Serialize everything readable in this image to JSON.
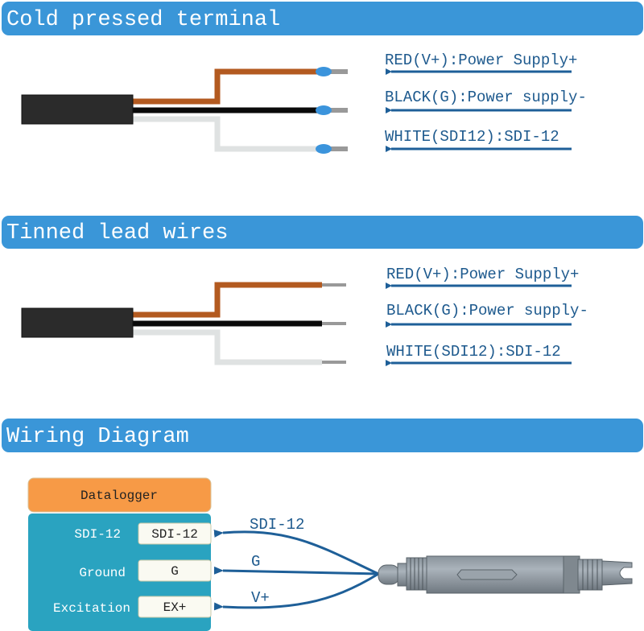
{
  "sections": [
    {
      "title": "Cold pressed terminal",
      "labels": [
        "RED(V+):Power Supply+",
        "BLACK(G):Power supply-",
        "WHITE(SDI12):SDI-12"
      ]
    },
    {
      "title": "Tinned lead wires",
      "labels": [
        "RED(V+):Power Supply+",
        "BLACK(G):Power supply-",
        "WHITE(SDI12):SDI-12"
      ]
    },
    {
      "title": "Wiring Diagram"
    }
  ],
  "wiring": {
    "datalogger": "Datalogger",
    "rows": [
      {
        "side": "SDI-12",
        "terminal": "SDI-12",
        "wire": "SDI-12"
      },
      {
        "side": "Ground",
        "terminal": "G",
        "wire": "G"
      },
      {
        "side": "Excitation",
        "terminal": "EX+",
        "wire": "V+"
      }
    ]
  },
  "colors": {
    "header": "#3a96d8",
    "arrow": "#1e5f98",
    "red_wire": "#b35a20",
    "black_wire": "#0a0a0a",
    "white_wire": "#dfe2e2",
    "ferrule": "#3b94dc",
    "datalogger": "#f79a46",
    "panel": "#2aa3c0"
  }
}
